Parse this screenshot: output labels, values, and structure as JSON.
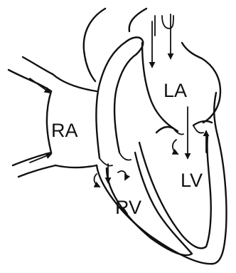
{
  "labels": {
    "ra": "RA",
    "rv": "RV",
    "la": "LA",
    "lv": "LV"
  },
  "colors": {
    "line": "#111111",
    "background": "#ffffff"
  }
}
